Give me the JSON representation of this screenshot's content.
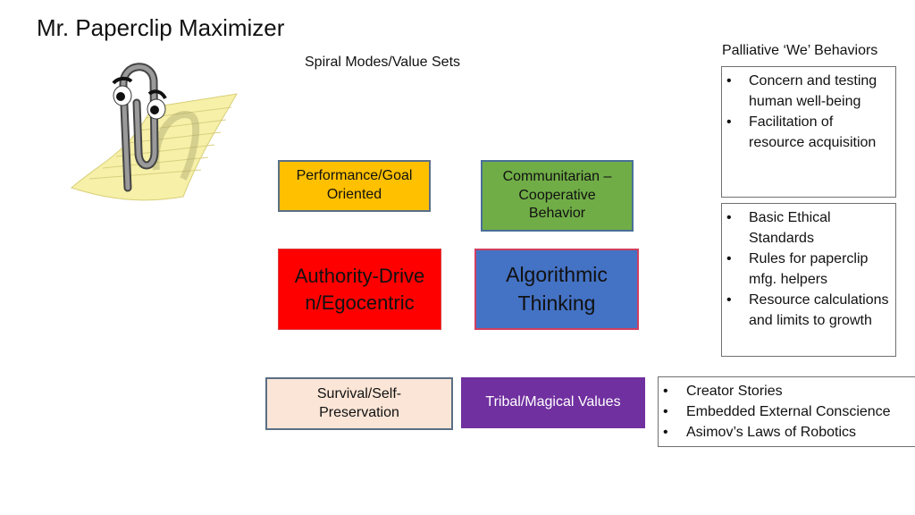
{
  "slide": {
    "title": "Mr. Paperclip Maximizer",
    "subtitle": "Spiral Modes/Value Sets",
    "sidebar_title": "Palliative ‘We’ Behaviors"
  },
  "illustration": {
    "icon": "paperclip-assistant-on-notepad"
  },
  "value_boxes": [
    {
      "id": "performance",
      "label": "Performance/Goal Oriented",
      "color": "#ffc000"
    },
    {
      "id": "communitarian",
      "label": "Communitarian – Cooperative Behavior",
      "color": "#70ad47"
    },
    {
      "id": "authority",
      "label": "Authority-Driven/Egocentric",
      "color": "#ff0000"
    },
    {
      "id": "algorithmic",
      "label": "Algorithmic Thinking",
      "color": "#4472c4"
    },
    {
      "id": "survival",
      "label": "Survival/Self-Preservation",
      "color": "#fbe5d6"
    },
    {
      "id": "tribal",
      "label": "Tribal/Magical Values",
      "color": "#7030a0"
    }
  ],
  "behavior_lists": [
    {
      "items": [
        "Concern and testing human well-being",
        "Facilitation of resource acquisition"
      ]
    },
    {
      "items": [
        "Basic Ethical Standards",
        "Rules for paperclip mfg. helpers",
        "Resource calculations and limits to growth"
      ]
    },
    {
      "items": [
        "Creator Stories",
        "Embedded External Conscience",
        "Asimov’s Laws of Robotics"
      ]
    }
  ],
  "bullet_char": "•"
}
